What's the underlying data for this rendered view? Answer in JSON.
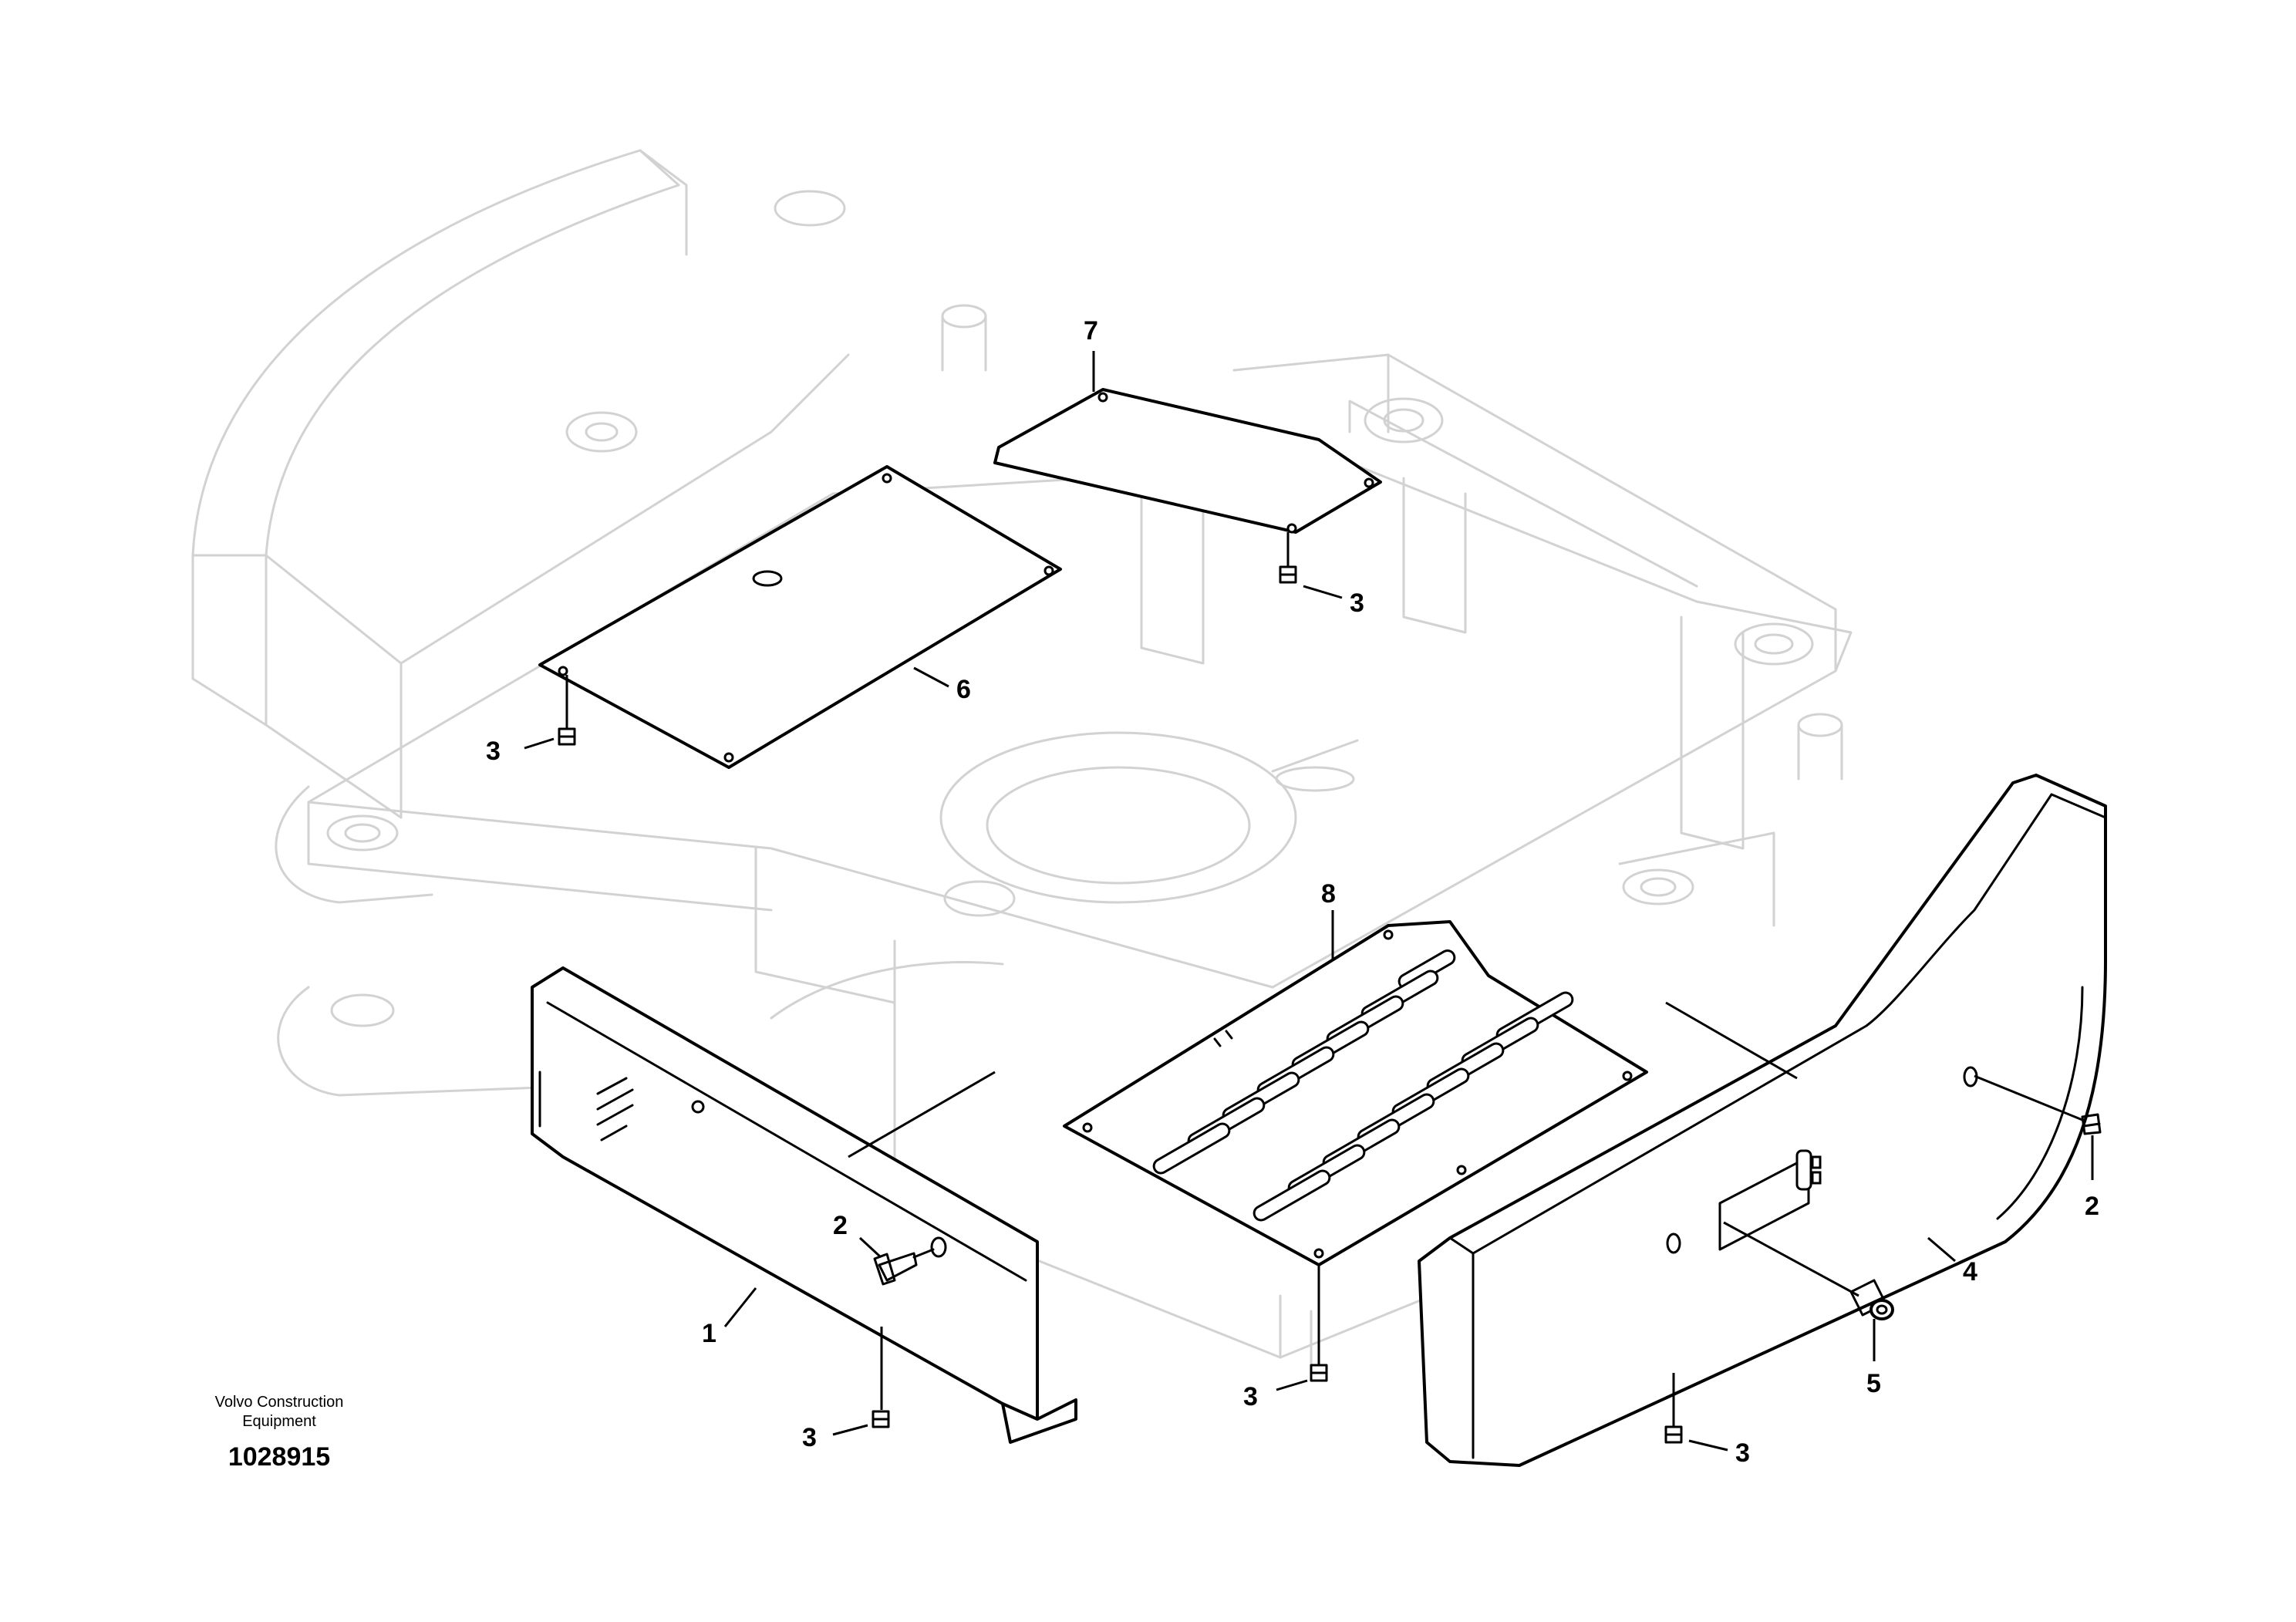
{
  "diagram": {
    "brand_line1": "Volvo Construction",
    "brand_line2": "Equipment",
    "document_number": "1028915"
  },
  "callouts": {
    "c1": "1",
    "c2_left": "2",
    "c2_right": "2",
    "c3_plate6": "3",
    "c3_plate7": "3",
    "c3_cover1": "3",
    "c3_grate": "3",
    "c3_cover4": "3",
    "c4": "4",
    "c5": "5",
    "c6": "6",
    "c7": "7",
    "c8": "8"
  },
  "colors": {
    "background": "#ffffff",
    "frame_ghost": "#d2d2d2",
    "parts": "#000000"
  }
}
